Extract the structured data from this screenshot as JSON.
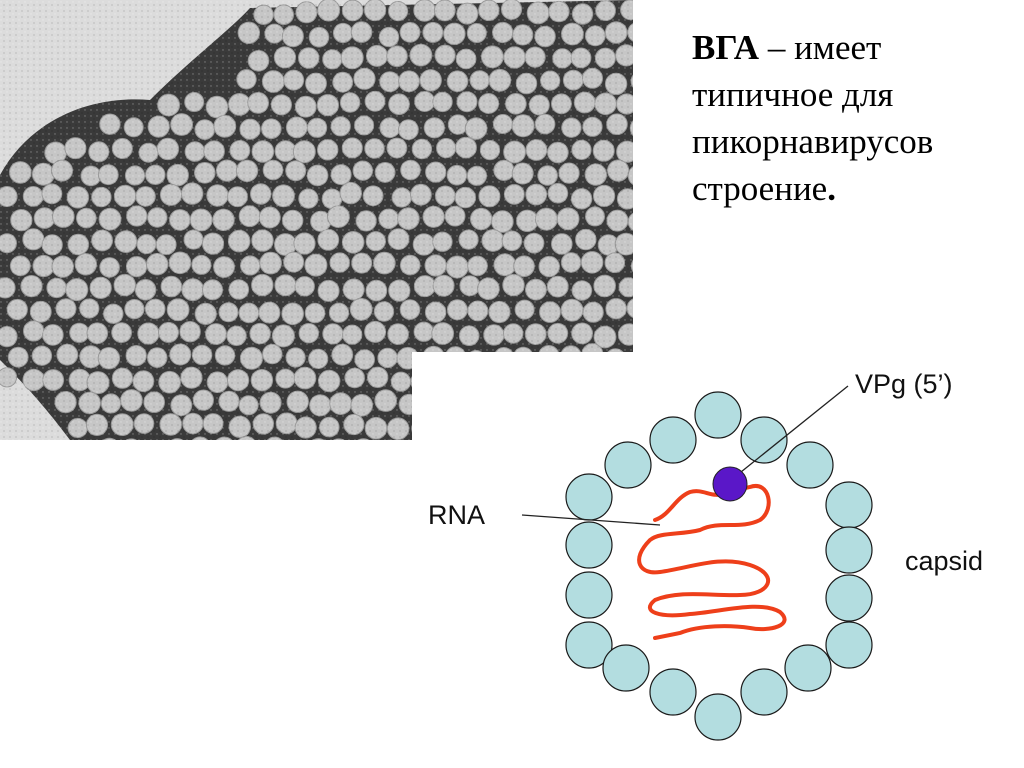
{
  "text": {
    "abbr": "ВГА",
    "dash": " – ",
    "line1_rest": "имеет",
    "line2": "типичное для",
    "line3": "пикорнавирусов",
    "line4": "строение",
    "period": "."
  },
  "diagram": {
    "vpg_label": "VPg (5’)",
    "rna_label": "RNA",
    "capsid_label": "capsid",
    "colors": {
      "capsomere_fill": "#b3dde0",
      "capsomere_stroke": "#1a1a1a",
      "rna": "#ee3f1a",
      "vpg": "#5a17c8"
    }
  },
  "micrograph": {
    "colors": {
      "background": "#dcdcdc",
      "stain": "#3a3a3a",
      "particle": "#c6c6c6"
    }
  }
}
